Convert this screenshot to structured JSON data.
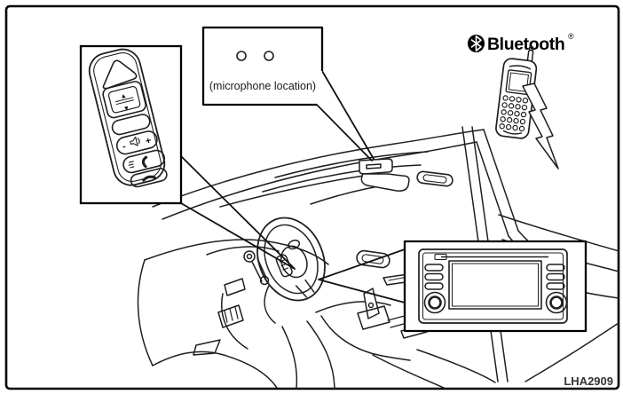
{
  "figure": {
    "reference_code": "LHA2909",
    "background_color": "#ffffff",
    "border_color": "#000000",
    "line_color": "#1f1f1f"
  },
  "branding": {
    "bluetooth_wordmark": "Bluetooth",
    "registered_mark": "®"
  },
  "callouts": {
    "microphone": {
      "caption": "(microphone location)"
    },
    "steering_wheel_controls": {
      "seek_up_glyph": "▲",
      "seek_down_glyph": "▼",
      "volume_minus_glyph": "-",
      "volume_plus_glyph": "+"
    },
    "audio_unit": {}
  },
  "icons": {
    "bluetooth_logo": "bluetooth-rune",
    "cell_phone": "handheld-mobile-phone",
    "wireless_link": "lightning-bolt",
    "talk_button": "handset-pickup",
    "hangup_button": "handset-hangup"
  }
}
